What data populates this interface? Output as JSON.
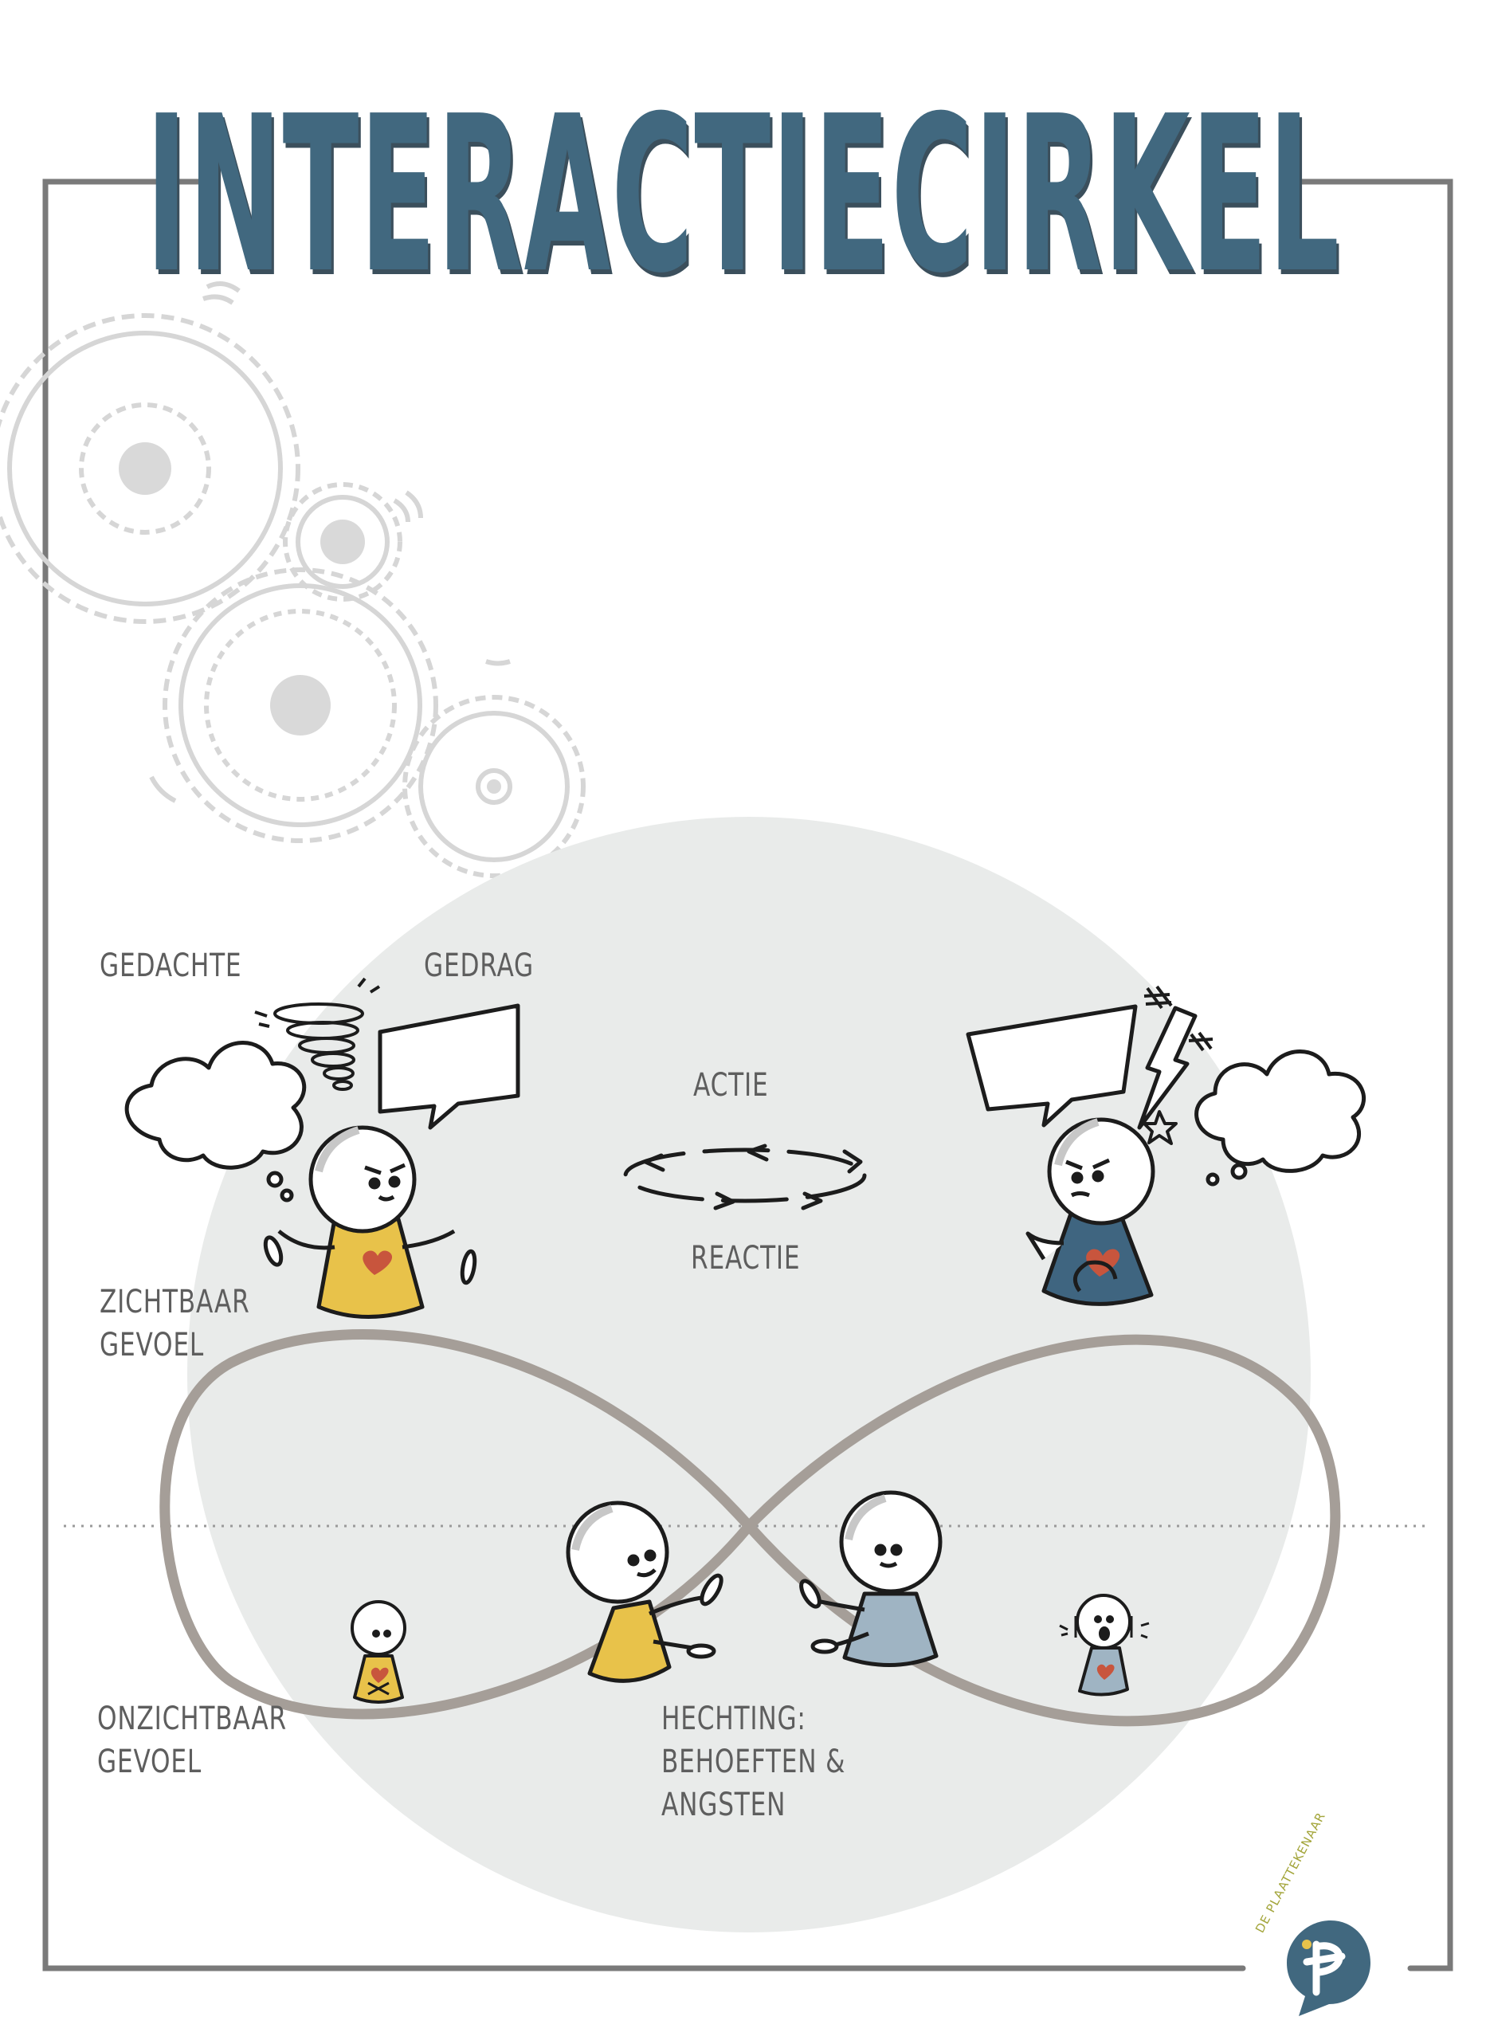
{
  "title": "INTERACTIECIRKEL",
  "labels": {
    "gedachte": "GEDACHTE",
    "gedrag": "GEDRAG",
    "actie": "ACTIE",
    "reactie": "REACTIE",
    "zichtbaar_gevoel": [
      "ZICHTBAAR",
      "GEVOEL"
    ],
    "onzichtbaar_gevoel": [
      "ONZICHTBAAR",
      "GEVOEL"
    ],
    "hechting": [
      "HECHTING:",
      "BEHOEFTEN &",
      "ANGSTEN"
    ]
  },
  "logo": {
    "text": "DE PLAATTEKENAAR",
    "icon": "speech-bubble-p-icon"
  },
  "colors": {
    "title": "#41687f",
    "frame": "#7a7a7a",
    "background_circle": "#e9ebea",
    "infinity": "#a59e98",
    "yellow_person": "#e8c24a",
    "blue_person": "#3f6580",
    "light_blue_person": "#9fb4c3",
    "heart": "#c8553d",
    "gears": "#d5d5d5"
  }
}
